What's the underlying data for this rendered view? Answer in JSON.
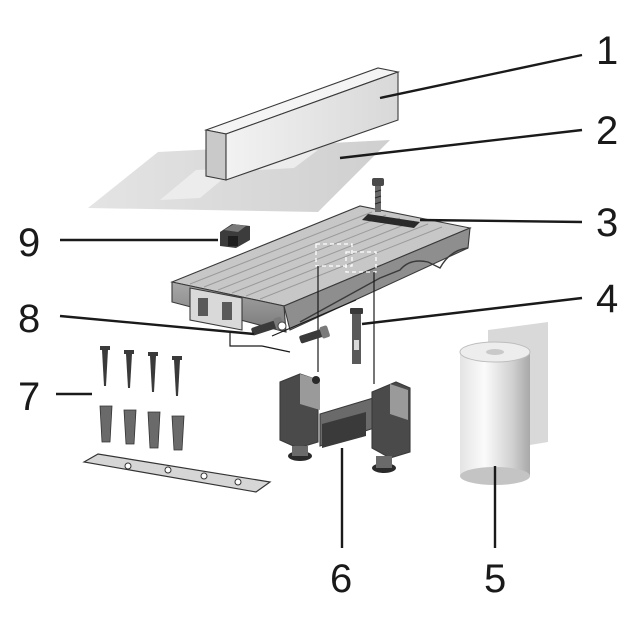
{
  "callouts": [
    {
      "label": "1"
    },
    {
      "label": "2"
    },
    {
      "label": "3"
    },
    {
      "label": "4"
    },
    {
      "label": "5"
    },
    {
      "label": "6"
    },
    {
      "label": "7"
    },
    {
      "label": "8"
    },
    {
      "label": "9"
    }
  ],
  "colors": {
    "line": "#1a1a1a",
    "part_light": "#e6e6e6",
    "part_mid": "#b4b4b4",
    "part_dark": "#6e6e6e",
    "sheet": "#dcdcdc"
  }
}
